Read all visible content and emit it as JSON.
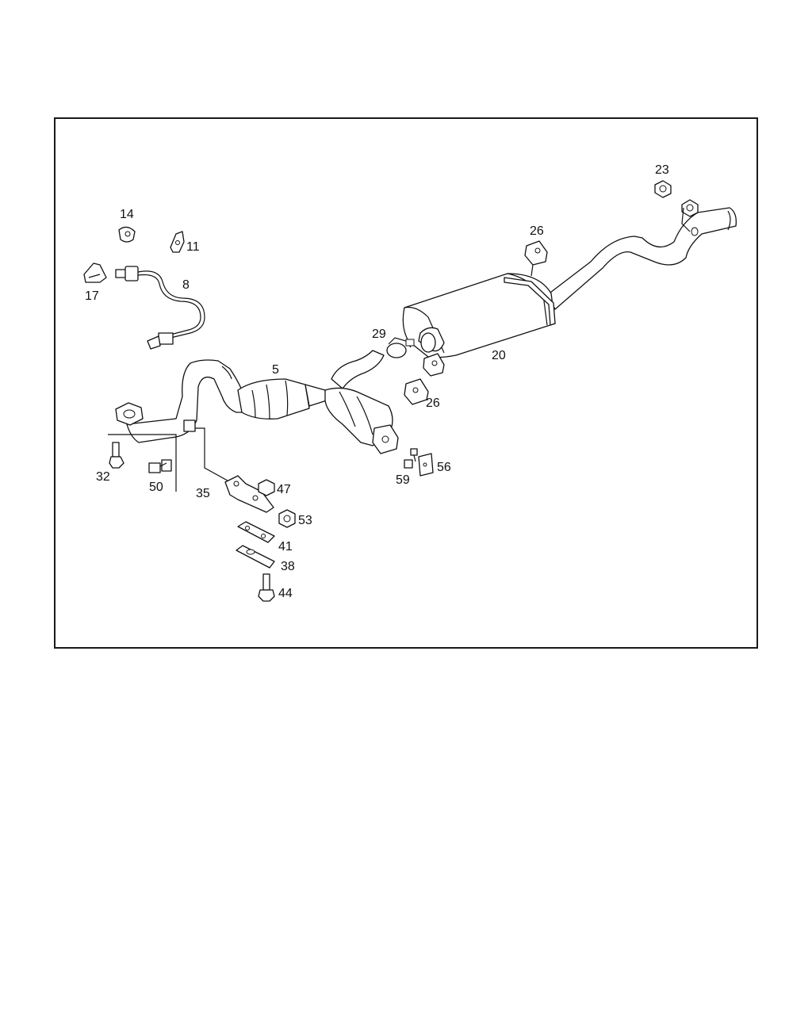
{
  "diagram": {
    "labels": {
      "l5": "5",
      "l8": "8",
      "l11": "11",
      "l14": "14",
      "l17": "17",
      "l20": "20",
      "l23": "23",
      "l26a": "26",
      "l26b": "26",
      "l29": "29",
      "l32": "32",
      "l35": "35",
      "l38": "38",
      "l41": "41",
      "l44": "44",
      "l47": "47",
      "l50": "50",
      "l53": "53",
      "l56": "56",
      "l59": "59"
    }
  }
}
